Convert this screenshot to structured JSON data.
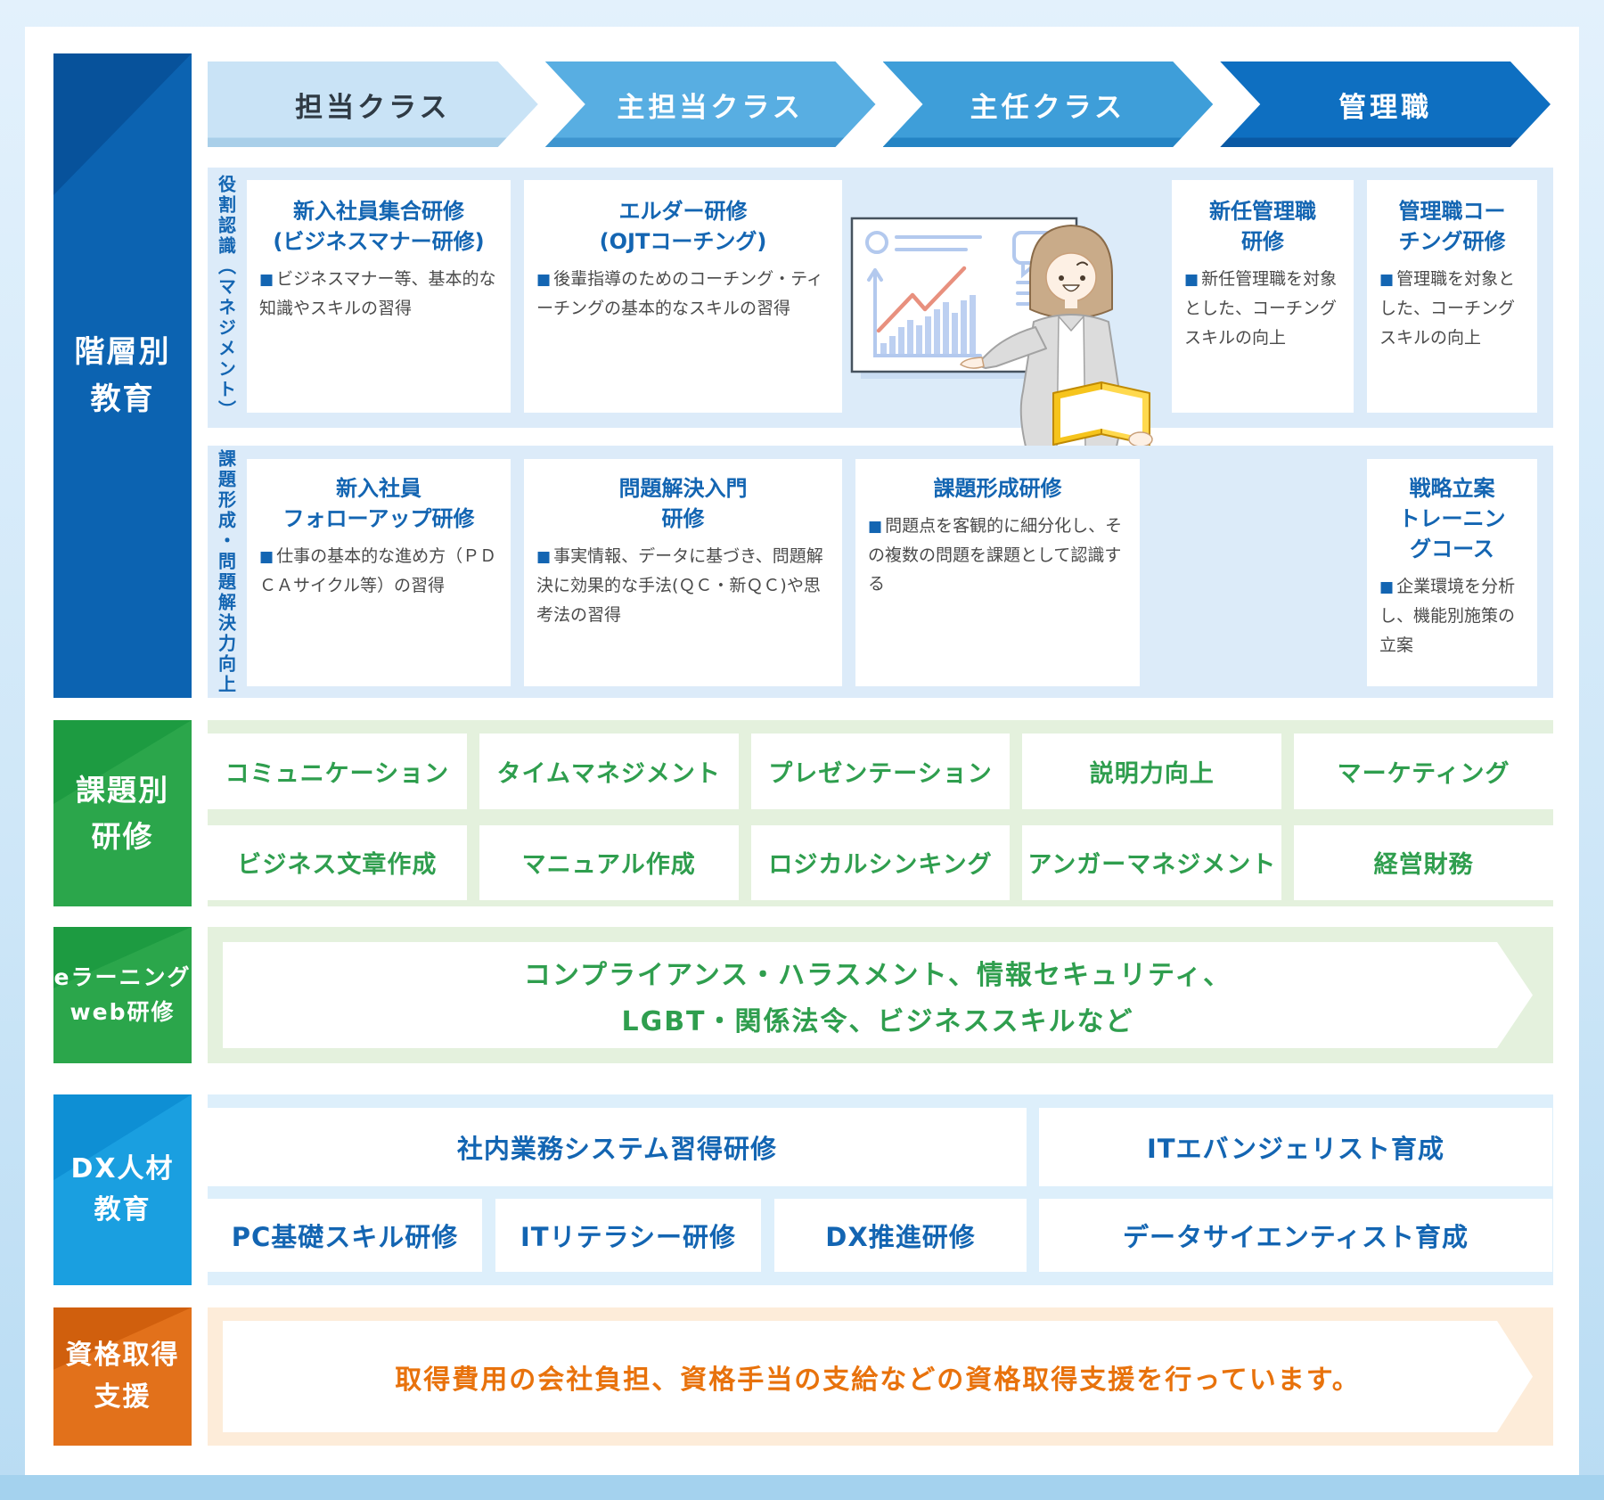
{
  "ui": {
    "bullet": "■"
  },
  "colors": {
    "hier_sidebar_blue": "#0c63b1",
    "row_bg_blue": "#dcebf9",
    "arrow_colors": [
      "#c9e3f6",
      "#58aee2",
      "#3e9ed9",
      "#0e6fc1"
    ],
    "green_sidebar": "#2ba64b",
    "green_bg": "#e4f1dd",
    "green_text": "#2f9e4e",
    "dx_sidebar_blue": "#1a9fe0",
    "dx_bg": "#ddeffb",
    "orange_sidebar": "#e2711b",
    "orange_bg": "#fdecd9",
    "orange_text": "#e8720c",
    "card_title_blue": "#1365b2",
    "body_text": "#4a4a4a",
    "frame_blue": "#cfe7f8",
    "bottom_bar_blue": "#a4d2ee"
  },
  "career_levels": [
    {
      "label": "担当クラス"
    },
    {
      "label": "主担当クラス"
    },
    {
      "label": "主任クラス"
    },
    {
      "label": "管理職"
    }
  ],
  "hierarchy": {
    "sidebar": {
      "line1": "階層別",
      "line2": "教育"
    },
    "row1": {
      "axis_label": "役割認識（マネジメント）",
      "card1": {
        "title1": "新入社員集合研修",
        "title2": "(ビジネスマナー研修)",
        "body": "ビジネスマナー等、基本的な知識やスキルの習得"
      },
      "card2": {
        "title1": "エルダー研修",
        "title2": "(OJTコーチング)",
        "body": "後輩指導のためのコーチング・ティーチングの基本的なスキルの習得"
      },
      "card3": {
        "title1": "新任管理職",
        "title2": "研修",
        "body": "新任管理職を対象とした、コーチングスキルの向上"
      },
      "card4": {
        "title1": "管理職コー",
        "title2": "チング研修",
        "body": "管理職を対象とした、コーチングスキルの向上"
      }
    },
    "row2": {
      "axis_label": "課題形成・問題解決力向上",
      "card1": {
        "title1": "新入社員",
        "title2": "フォローアップ研修",
        "body": "仕事の基本的な進め方（ＰＤＣＡサイクル等）の習得"
      },
      "card2": {
        "title1": "問題解決入門",
        "title2": "研修",
        "body": "事実情報、データに基づき、問題解決に効果的な手法(ＱＣ・新ＱＣ)や思考法の習得"
      },
      "card3": {
        "title1": "課題形成研修",
        "body": "問題点を客観的に細分化し、その複数の問題を課題として認識する"
      },
      "card4": {
        "title1": "戦略立案",
        "title2": "トレーニン",
        "title3": "グコース",
        "body": "企業環境を分析し、機能別施策の立案"
      }
    }
  },
  "topic_training": {
    "sidebar": {
      "line1": "課題別",
      "line2": "研修"
    },
    "row1": [
      "コミュニケーション",
      "タイムマネジメント",
      "プレゼンテーション",
      "説明力向上",
      "マーケティング"
    ],
    "row2": [
      "ビジネス文章作成",
      "マニュアル作成",
      "ロジカルシンキング",
      "アンガーマネジメント",
      "経営財務"
    ]
  },
  "elearning": {
    "sidebar": {
      "line1": "eラーニング",
      "line2": "web研修"
    },
    "line1": "コンプライアンス・ハラスメント、情報セキュリティ、",
    "line2": "LGBT・関係法令、ビジネススキルなど"
  },
  "dx": {
    "sidebar": {
      "line1": "DX人材",
      "line2": "教育"
    },
    "wide_card": "社内業務システム習得研修",
    "top_right_card": "ITエバンジェリスト育成",
    "row2": [
      "PC基礎スキル研修",
      "ITリテラシー研修",
      "DX推進研修",
      "データサイエンティスト育成"
    ]
  },
  "certification": {
    "sidebar": {
      "line1": "資格取得",
      "line2": "支援"
    },
    "text": "取得費用の会社負担、資格手当の支給などの資格取得支援を行っています。"
  }
}
